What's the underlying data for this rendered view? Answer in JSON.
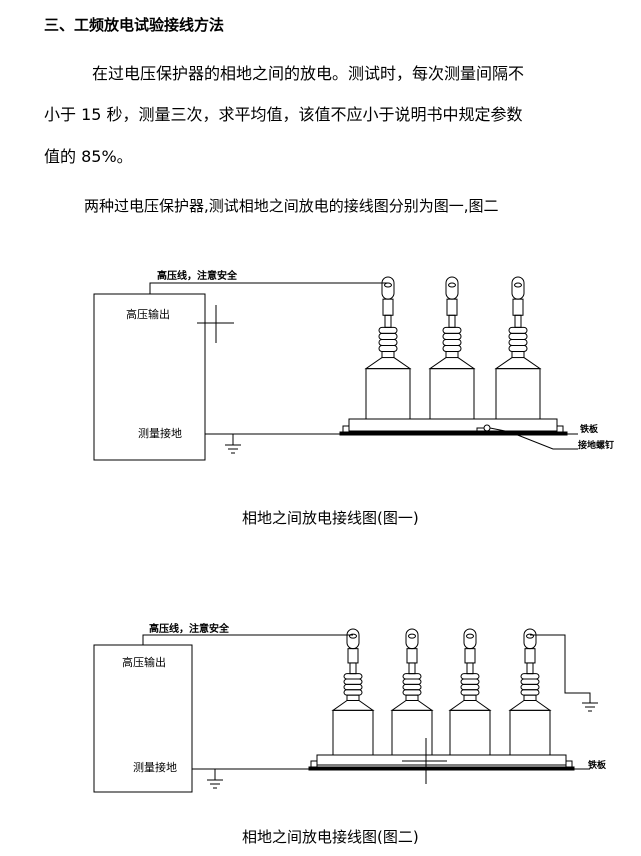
{
  "heading": "三、工频放电试验接线方法",
  "paragraph": {
    "line1": "在过电压保护器的相地之间的放电。测试时，每次测量间隔不",
    "line2": "小于 15 秒，测量三次，求平均值，该值不应小于说明书中规定参数",
    "line3": "值的 85%。"
  },
  "intro": "两种过电压保护器,测试相地之间放电的接线图分别为图一,图二",
  "figure1": {
    "wire_label": "高压线，注意安全",
    "box_top_label": "高压输出",
    "box_bottom_label": "测量接地",
    "plate_label": "铁板",
    "screw_label": "接地螺钉",
    "insulator_count": 3,
    "caption": "相地之间放电接线图(图一)"
  },
  "figure2": {
    "wire_label": "高压线，注意安全",
    "box_top_label": "高压输出",
    "box_bottom_label": "测量接地",
    "plate_label": "铁板",
    "insulator_count": 4,
    "caption": "相地之间放电接线图(图二)"
  }
}
